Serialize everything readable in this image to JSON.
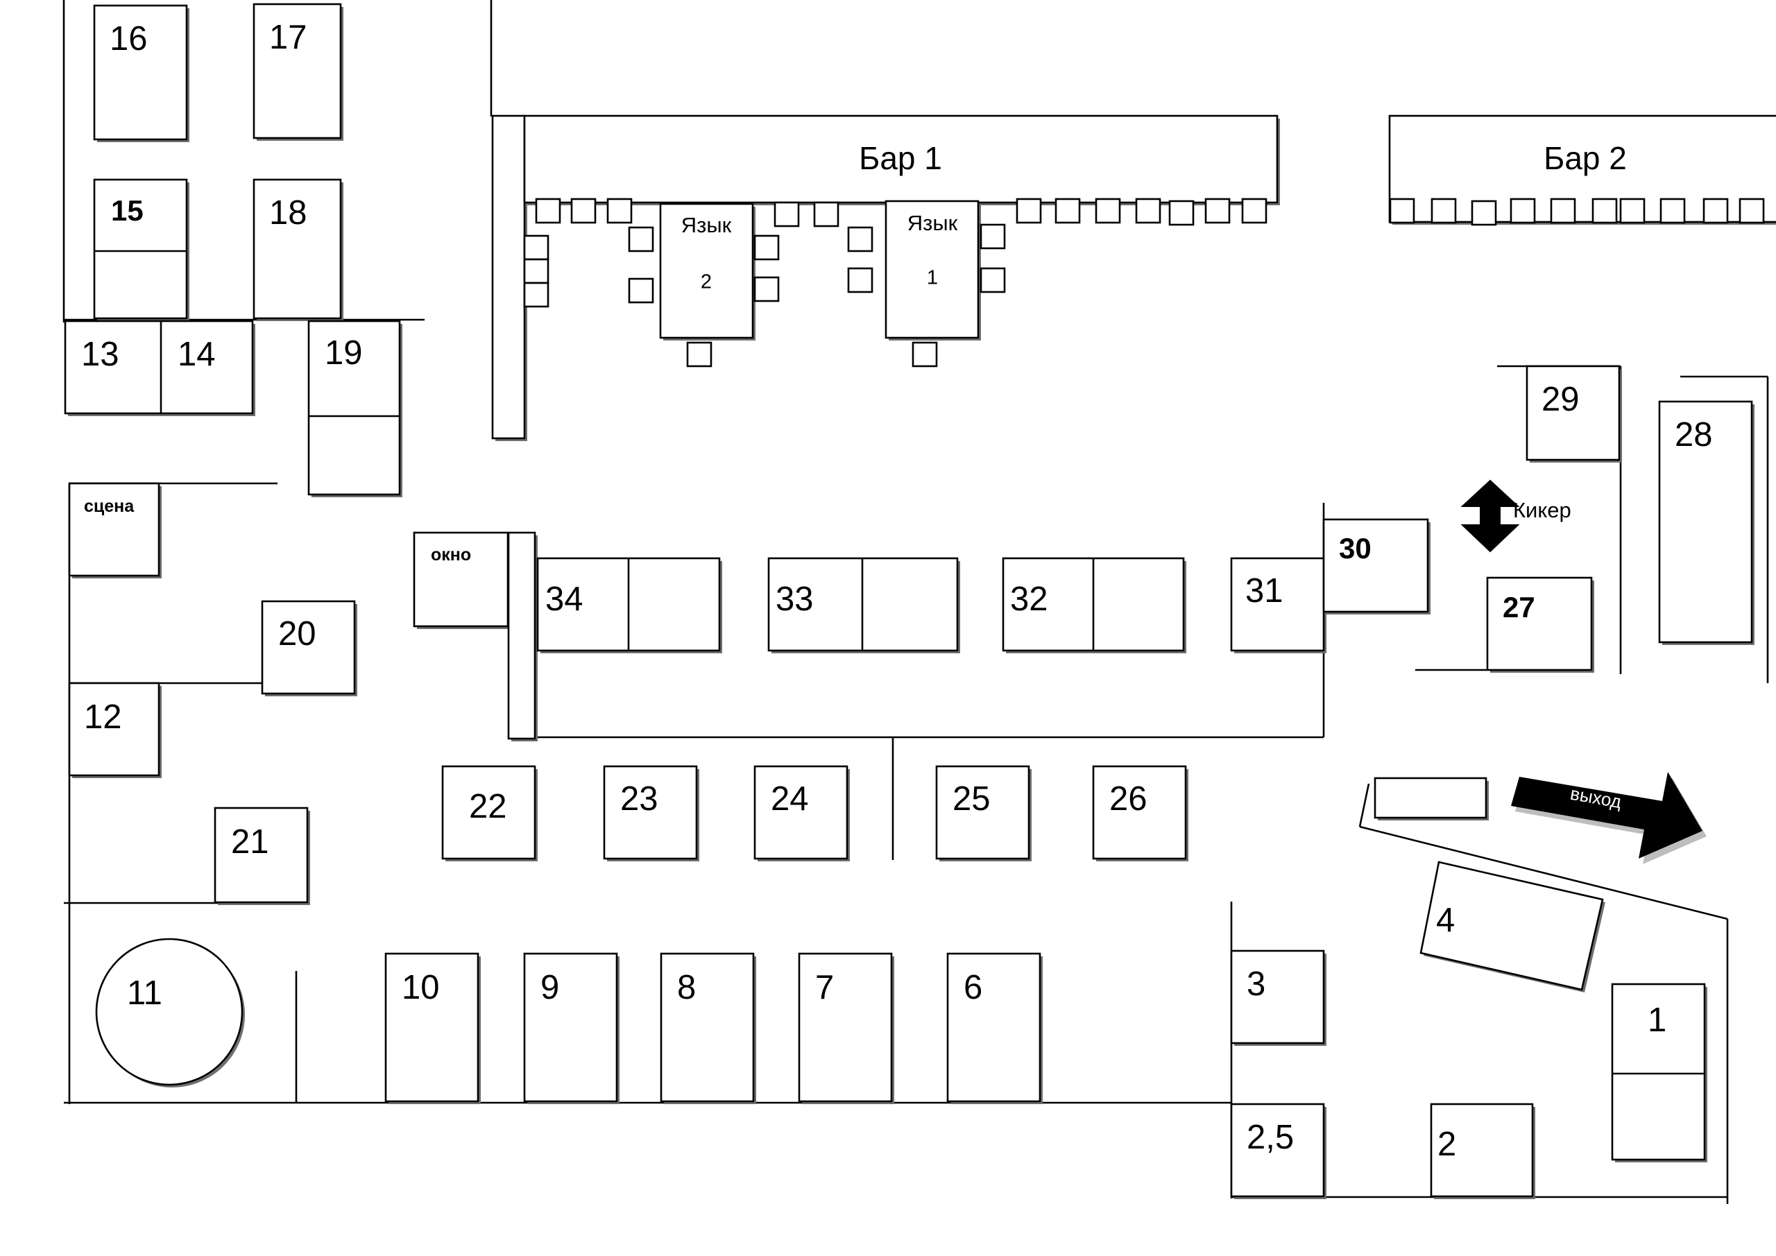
{
  "floor_plan": {
    "bars": [
      {
        "id": "bar-1",
        "label": "Бар 1"
      },
      {
        "id": "bar-2",
        "label": "Бар 2"
      }
    ],
    "language_tables": [
      {
        "id": "lang-2",
        "label": "Язык",
        "number": "2"
      },
      {
        "id": "lang-1",
        "label": "Язык",
        "number": "1"
      }
    ],
    "areas": {
      "stage": "сцена",
      "window": "окно",
      "foosball": "Кикер",
      "exit": "выход"
    },
    "tables": {
      "t1": "1",
      "t2": "2",
      "t2_5": "2,5",
      "t3": "3",
      "t4": "4",
      "t6": "6",
      "t7": "7",
      "t8": "8",
      "t9": "9",
      "t10": "10",
      "t11": "11",
      "t12": "12",
      "t13": "13",
      "t14": "14",
      "t15": "15",
      "t16": "16",
      "t17": "17",
      "t18": "18",
      "t19": "19",
      "t20": "20",
      "t21": "21",
      "t22": "22",
      "t23": "23",
      "t24": "24",
      "t25": "25",
      "t26": "26",
      "t27": "27",
      "t28": "28",
      "t29": "29",
      "t30": "30",
      "t31": "31",
      "t32": "32",
      "t33": "33",
      "t34": "34"
    },
    "colors": {
      "ink": "#000000",
      "paper": "#ffffff",
      "shadow": "#6f6f6f"
    }
  }
}
